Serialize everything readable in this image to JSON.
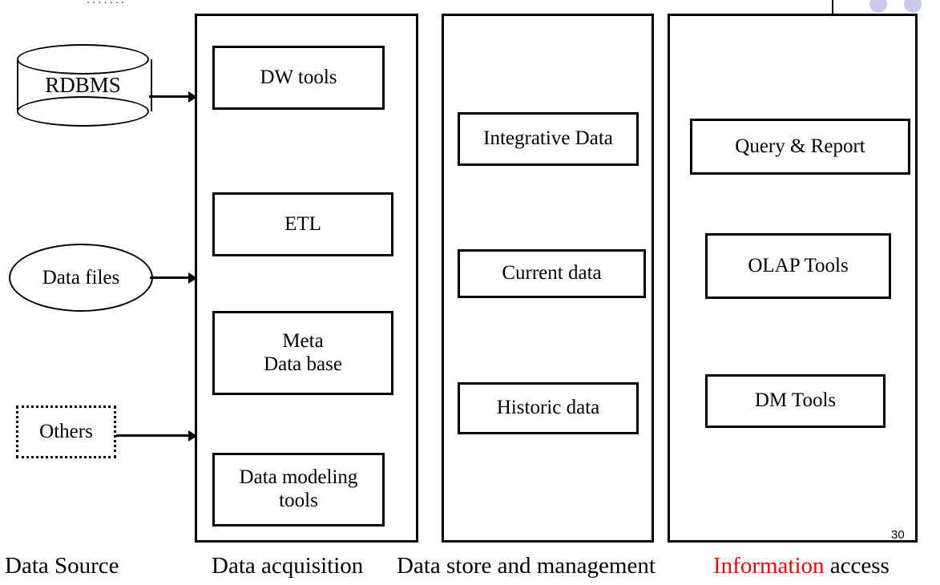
{
  "slide": {
    "page_number": "30",
    "cut_off_header_text": "......."
  },
  "sources": [
    {
      "id": "rdbms",
      "label": "RDBMS",
      "shape": "cylinder"
    },
    {
      "id": "data_files",
      "label": "Data files",
      "shape": "ellipse"
    },
    {
      "id": "others",
      "label": "Others",
      "shape": "dotted-rectangle"
    }
  ],
  "panels": {
    "acquisition": {
      "caption": "Data acquisition",
      "boxes": [
        {
          "id": "dw_tools",
          "label": "DW tools"
        },
        {
          "id": "etl",
          "label": "ETL"
        },
        {
          "id": "meta_database",
          "label": "Meta\nData base",
          "line1": "Meta",
          "line2": "Data base"
        },
        {
          "id": "data_modeling",
          "label": "Data modeling\ntools",
          "line1": "Data modeling",
          "line2": "tools"
        }
      ]
    },
    "store": {
      "caption": "Data store and management",
      "boxes": [
        {
          "id": "integrative_data",
          "label": "Integrative Data"
        },
        {
          "id": "current_data",
          "label": "Current data"
        },
        {
          "id": "historic_data",
          "label": "Historic data"
        }
      ]
    },
    "access": {
      "caption_highlight": "Information",
      "caption_rest": " access",
      "boxes": [
        {
          "id": "query_report",
          "label": "Query & Report"
        },
        {
          "id": "olap_tools",
          "label": "OLAP Tools"
        },
        {
          "id": "dm_tools",
          "label": "DM Tools"
        }
      ]
    }
  },
  "captions": {
    "data_source": "Data Source"
  },
  "colors": {
    "stroke": "#000000",
    "background": "#ffffff",
    "highlight": "#ff0000",
    "bullet_dot": "#c9cbe8",
    "cut_text": "#4b2a7b"
  }
}
